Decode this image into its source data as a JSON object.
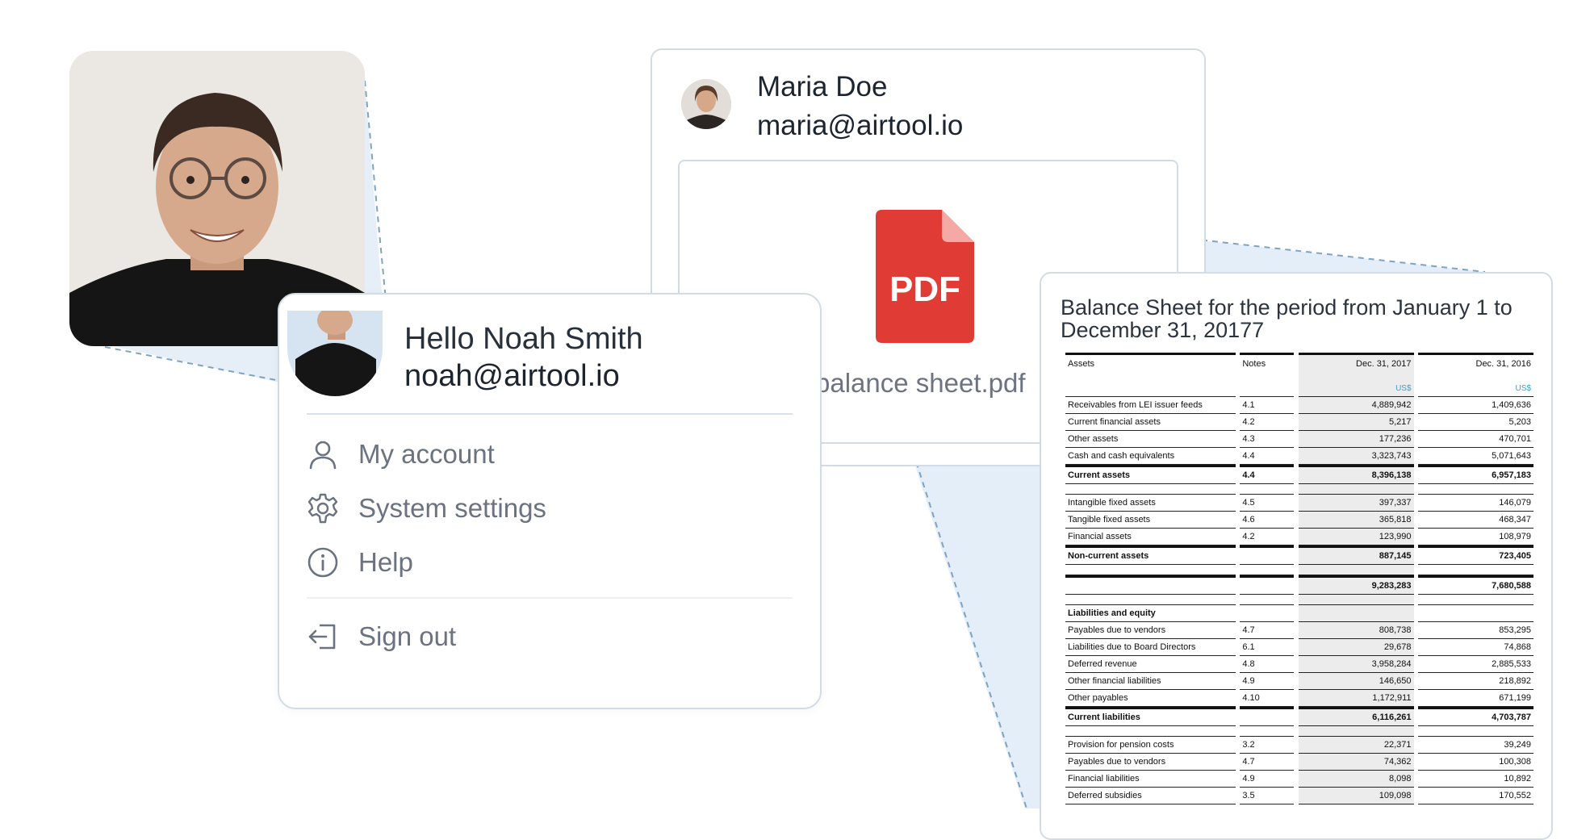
{
  "profile_photo": {
    "subject": "man with glasses"
  },
  "contact_card": {
    "name": "Maria Doe",
    "email": "maria@airtool.io"
  },
  "attachment": {
    "icon_label": "PDF",
    "filename": "balance sheet.pdf",
    "icon_color": "#e03b35"
  },
  "user_menu": {
    "greeting": "Hello Noah Smith",
    "email": "noah@airtool.io",
    "items": [
      {
        "label": "My account",
        "icon": "user-icon"
      },
      {
        "label": "System settings",
        "icon": "gear-icon"
      },
      {
        "label": "Help",
        "icon": "info-icon"
      }
    ],
    "sign_out": {
      "label": "Sign out",
      "icon": "sign-out-icon"
    }
  },
  "balance_sheet": {
    "title": "Balance Sheet for the period from January 1 to December 31, 20177",
    "headers": [
      "Assets",
      "Notes",
      "Dec. 31, 2017",
      "Dec. 31, 2016"
    ],
    "currency": "US$",
    "rows": [
      {
        "label": "Receivables from LEI issuer feeds",
        "note": "4.1",
        "y2017": "4,889,942",
        "y2016": "1,409,636"
      },
      {
        "label": "Current financial assets",
        "note": "4.2",
        "y2017": "5,217",
        "y2016": "5,203"
      },
      {
        "label": "Other assets",
        "note": "4.3",
        "y2017": "177,236",
        "y2016": "470,701"
      },
      {
        "label": "Cash and cash equivalents",
        "note": "4.4",
        "y2017": "3,323,743",
        "y2016": "5,071,643"
      },
      {
        "label": "Current assets",
        "note": "4.4",
        "y2017": "8,396,138",
        "y2016": "6,957,183",
        "bold": true
      },
      {
        "label": "Intangible fixed assets",
        "note": "4.5",
        "y2017": "397,337",
        "y2016": "146,079"
      },
      {
        "label": "Tangible fixed assets",
        "note": "4.6",
        "y2017": "365,818",
        "y2016": "468,347"
      },
      {
        "label": "Financial assets",
        "note": "4.2",
        "y2017": "123,990",
        "y2016": "108,979"
      },
      {
        "label": "Non-current assets",
        "note": "",
        "y2017": "887,145",
        "y2016": "723,405",
        "bold": true
      },
      {
        "label": "",
        "note": "",
        "y2017": "9,283,283",
        "y2016": "7,680,588",
        "bold": true
      },
      {
        "label": "Liabilities and equity",
        "note": "",
        "y2017": "",
        "y2016": "",
        "bold": true
      },
      {
        "label": "Payables due to vendors",
        "note": "4.7",
        "y2017": "808,738",
        "y2016": "853,295"
      },
      {
        "label": "Liabilities due to Board Directors",
        "note": "6.1",
        "y2017": "29,678",
        "y2016": "74,868"
      },
      {
        "label": "Deferred revenue",
        "note": "4.8",
        "y2017": "3,958,284",
        "y2016": "2,885,533"
      },
      {
        "label": "Other financial liabilities",
        "note": "4.9",
        "y2017": "146,650",
        "y2016": "218,892"
      },
      {
        "label": "Other payables",
        "note": "4.10",
        "y2017": "1,172,911",
        "y2016": "671,199"
      },
      {
        "label": "Current liabilities",
        "note": "",
        "y2017": "6,116,261",
        "y2016": "4,703,787",
        "bold": true
      },
      {
        "label": "Provision for pension costs",
        "note": "3.2",
        "y2017": "22,371",
        "y2016": "39,249"
      },
      {
        "label": "Payables due to vendors",
        "note": "4.7",
        "y2017": "74,362",
        "y2016": "100,308"
      },
      {
        "label": "Financial liabilities",
        "note": "4.9",
        "y2017": "8,098",
        "y2016": "10,892"
      },
      {
        "label": "Deferred subsidies",
        "note": "3.5",
        "y2017": "109,098",
        "y2016": "170,552"
      }
    ]
  }
}
